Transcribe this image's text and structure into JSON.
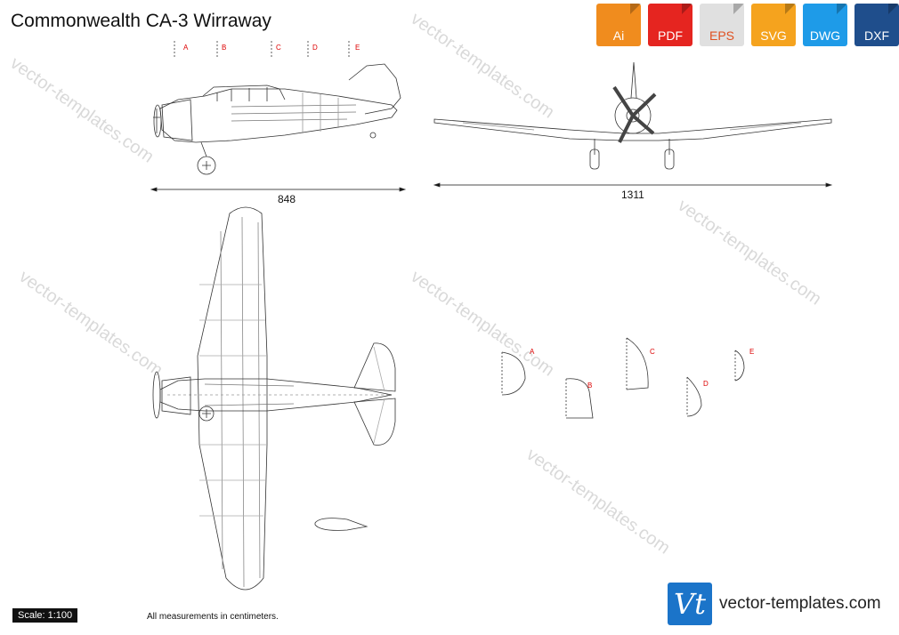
{
  "title": "Commonwealth CA-3 Wirraway",
  "formats": [
    {
      "label": "Ai",
      "color": "#f08c1e"
    },
    {
      "label": "PDF",
      "color": "#e52520"
    },
    {
      "label": "EPS",
      "color": "#e0e0e0"
    },
    {
      "label": "SVG",
      "color": "#f5a31e"
    },
    {
      "label": "DWG",
      "color": "#1e9be8"
    },
    {
      "label": "DXF",
      "color": "#1f4e8c"
    }
  ],
  "section_labels": [
    "A",
    "B",
    "C",
    "D",
    "E"
  ],
  "dimensions": {
    "length": "848",
    "span": "1311"
  },
  "scale": "Scale: 1:100",
  "measurement_note": "All measurements in centimeters.",
  "brand": {
    "logo": "Vt",
    "text": "vector-templates.com"
  },
  "watermark": "vector-templates.com"
}
